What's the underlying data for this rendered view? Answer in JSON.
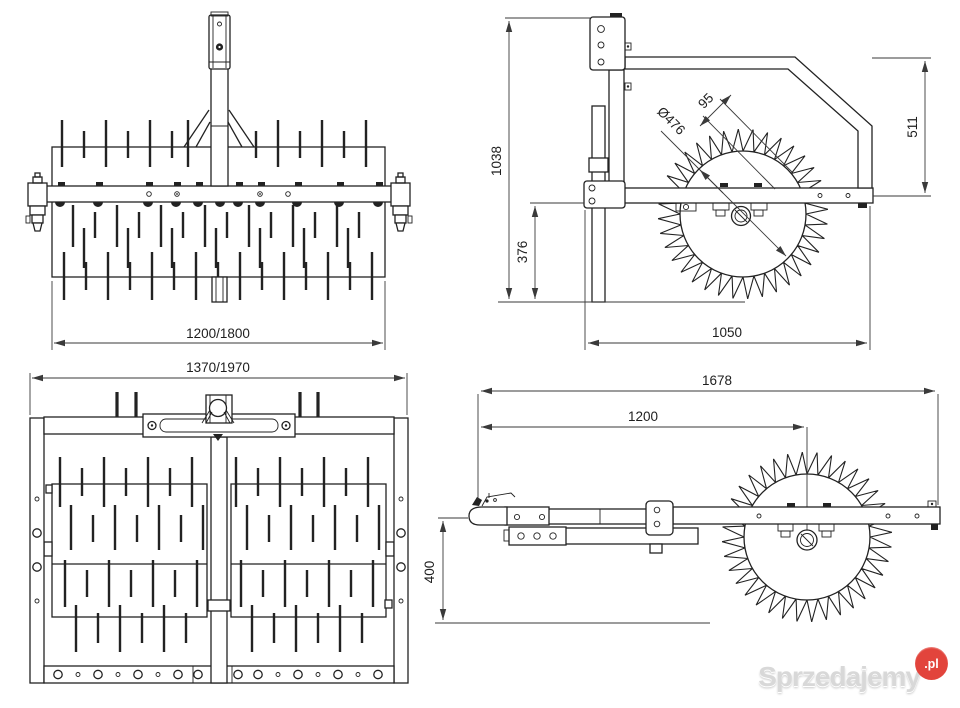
{
  "colors": {
    "background": "#ffffff",
    "line": "#222222",
    "dim_line": "#3a3a3a",
    "dim_text": "#1e1e1e"
  },
  "watermark": {
    "brand": "Sprzedajemy",
    "tld": ".pl",
    "text_color": "#d8d8d8",
    "badge_color": "#e2443c"
  },
  "views": {
    "front": {
      "dims": {
        "working_width": "1200/1800"
      }
    },
    "side": {
      "dims": {
        "overall_height": "1038",
        "axle_height": "376",
        "frame_height": "511",
        "spike_length": "95",
        "wheel_diameter": "Ø476",
        "frame_length": "1050"
      }
    },
    "top": {
      "dims": {
        "overall_width": "1370/1970"
      }
    },
    "tow": {
      "dims": {
        "overall_length": "1678",
        "hitch_to_axle": "1200",
        "hitch_height": "400"
      }
    }
  }
}
